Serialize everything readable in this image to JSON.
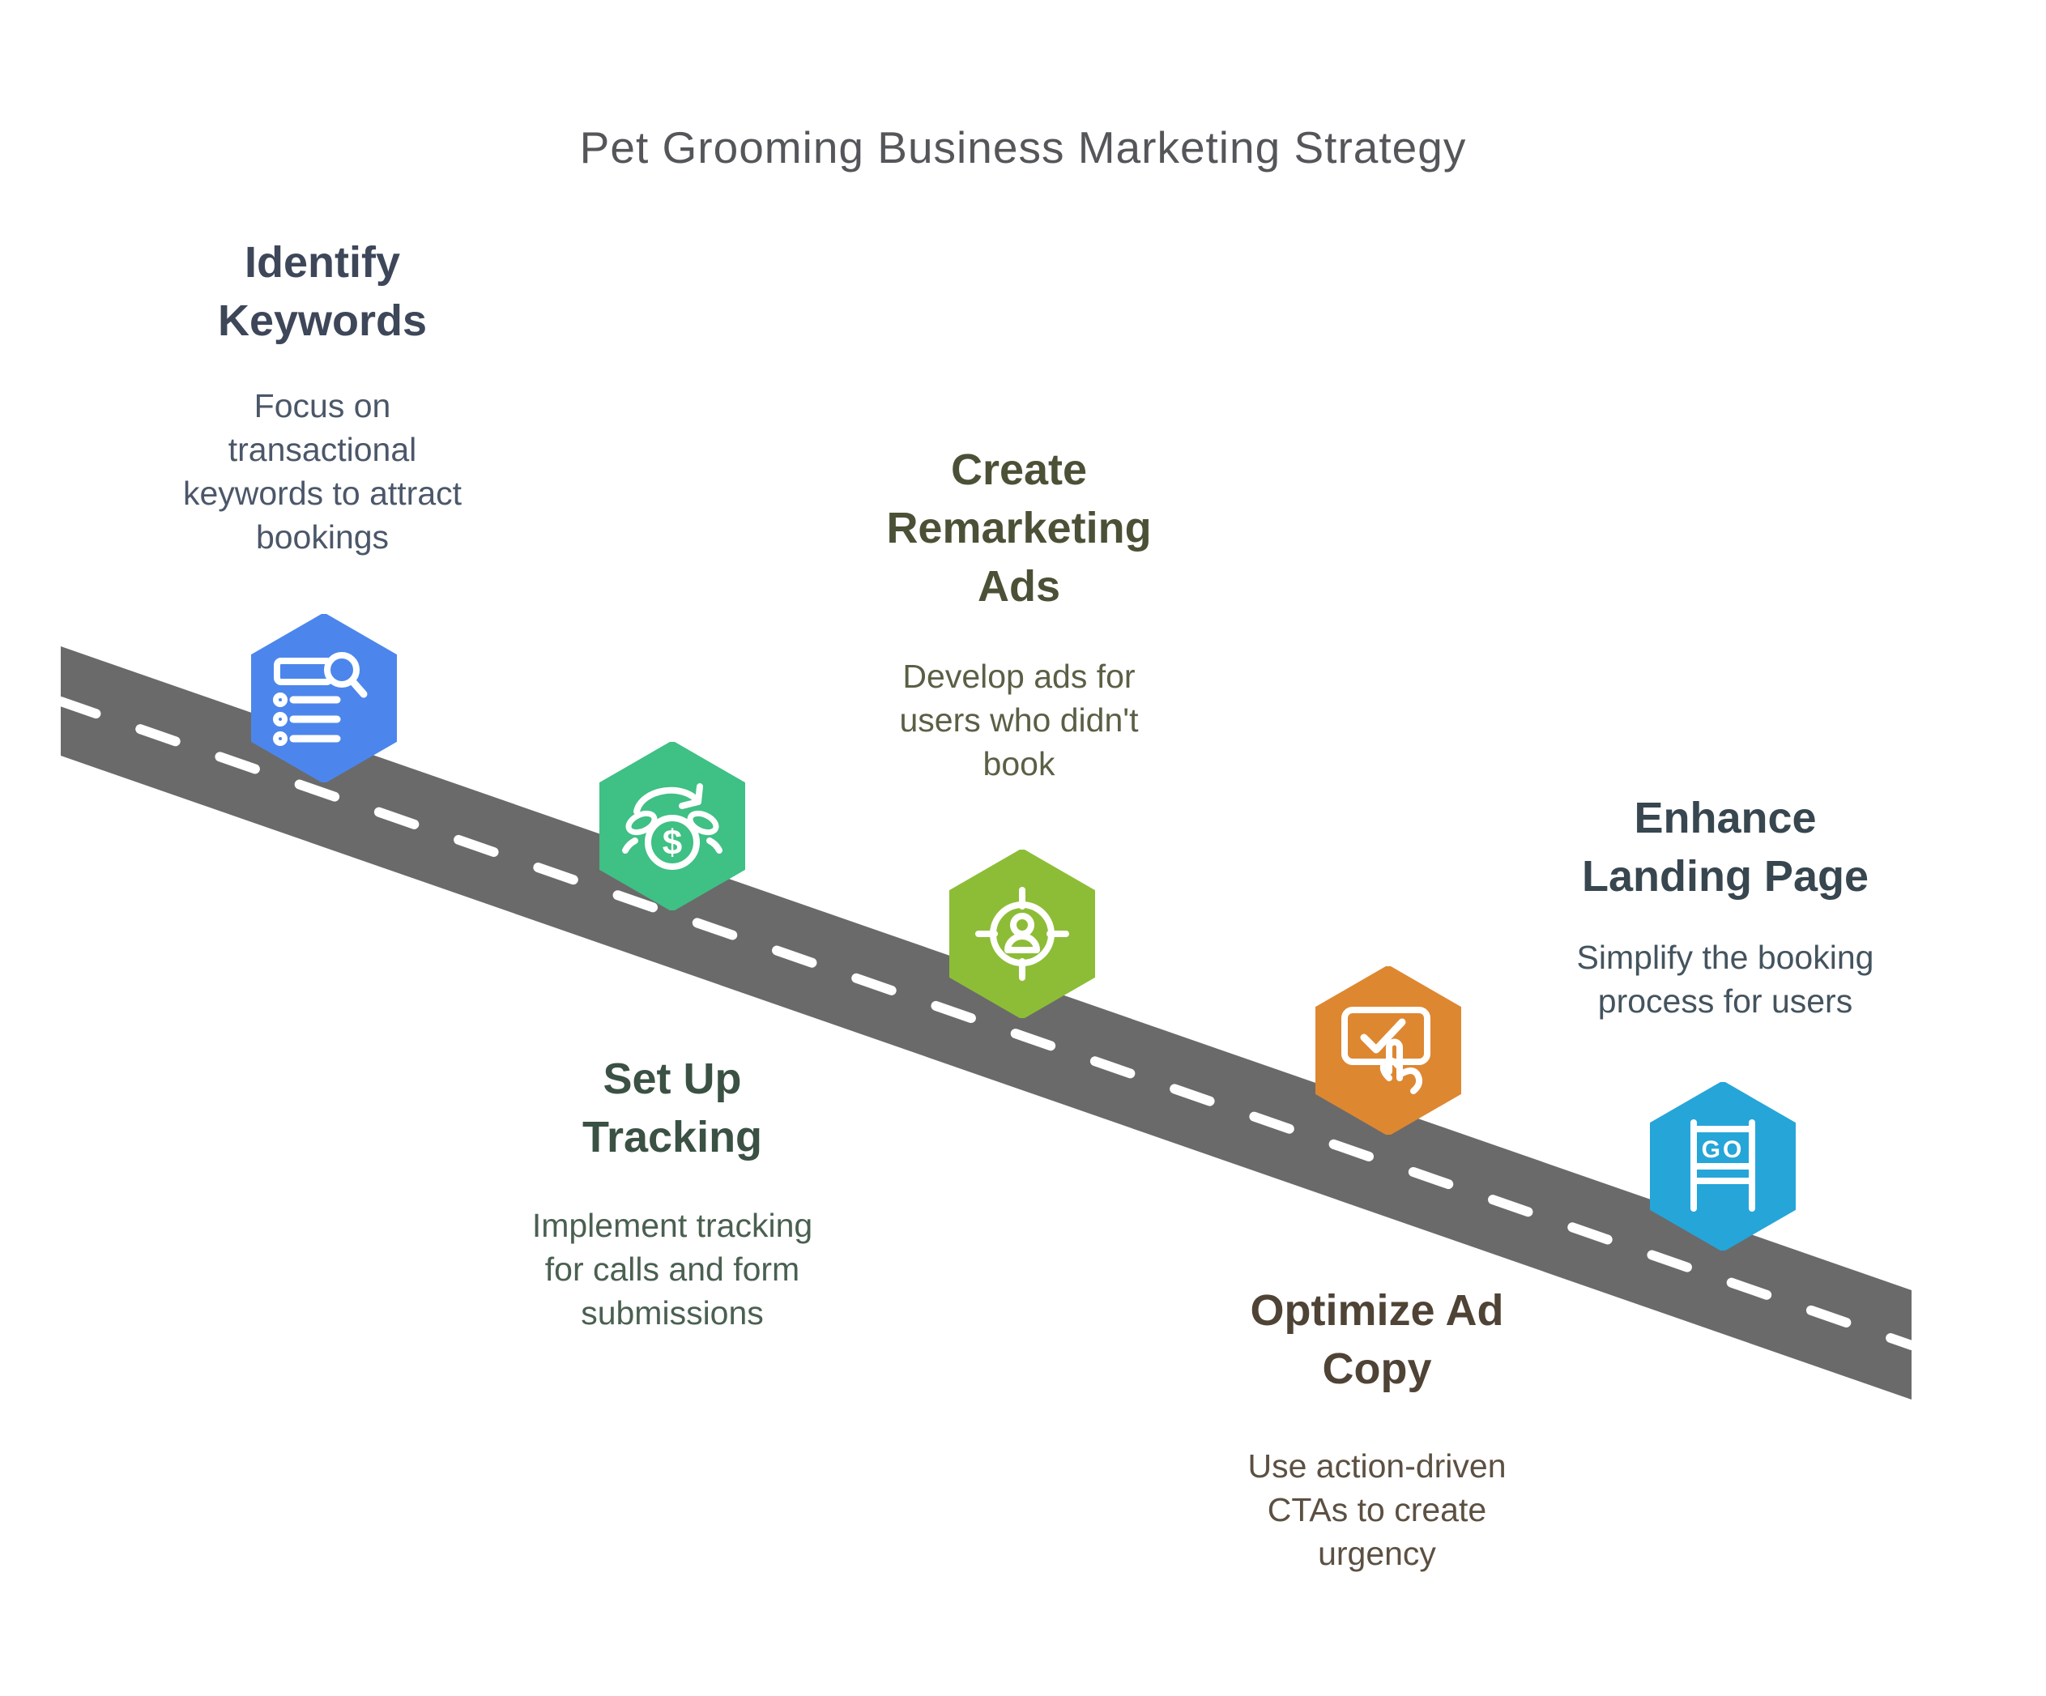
{
  "title": "Pet Grooming Business Marketing Strategy",
  "title_color": "#54565a",
  "background_color": "#ffffff",
  "road": {
    "color": "#6a6a6a",
    "centerline_color": "#ffffff"
  },
  "steps": [
    {
      "heading": "Identify\nKeywords",
      "description": "Focus on\ntransactional\nkeywords to attract\nbookings",
      "hex_color": "#4c86ec",
      "heading_color": "#3d4759",
      "body_color": "#4b5769",
      "icon": "keyword-search-list-icon"
    },
    {
      "heading": "Set Up\nTracking",
      "description": "Implement tracking\nfor calls and form\nsubmissions",
      "hex_color": "#3fc084",
      "heading_color": "#3a5144",
      "body_color": "#4a6051",
      "icon": "money-cycle-icon",
      "icon_label": "$"
    },
    {
      "heading": "Create\nRemarketing\nAds",
      "description": "Develop ads for\nusers who didn't\nbook",
      "hex_color": "#8dbd37",
      "heading_color": "#4b5136",
      "body_color": "#596045",
      "icon": "target-user-icon"
    },
    {
      "heading": "Optimize Ad\nCopy",
      "description": "Use action-driven\nCTAs to create\nurgency",
      "hex_color": "#de8731",
      "heading_color": "#4f4336",
      "body_color": "#5c5042",
      "icon": "click-check-icon"
    },
    {
      "heading": "Enhance\nLanding Page",
      "description": "Simplify the booking\nprocess for users",
      "hex_color": "#26a5d9",
      "heading_color": "#37464f",
      "body_color": "#44545e",
      "icon": "go-sign-icon",
      "icon_label": "GO"
    }
  ]
}
